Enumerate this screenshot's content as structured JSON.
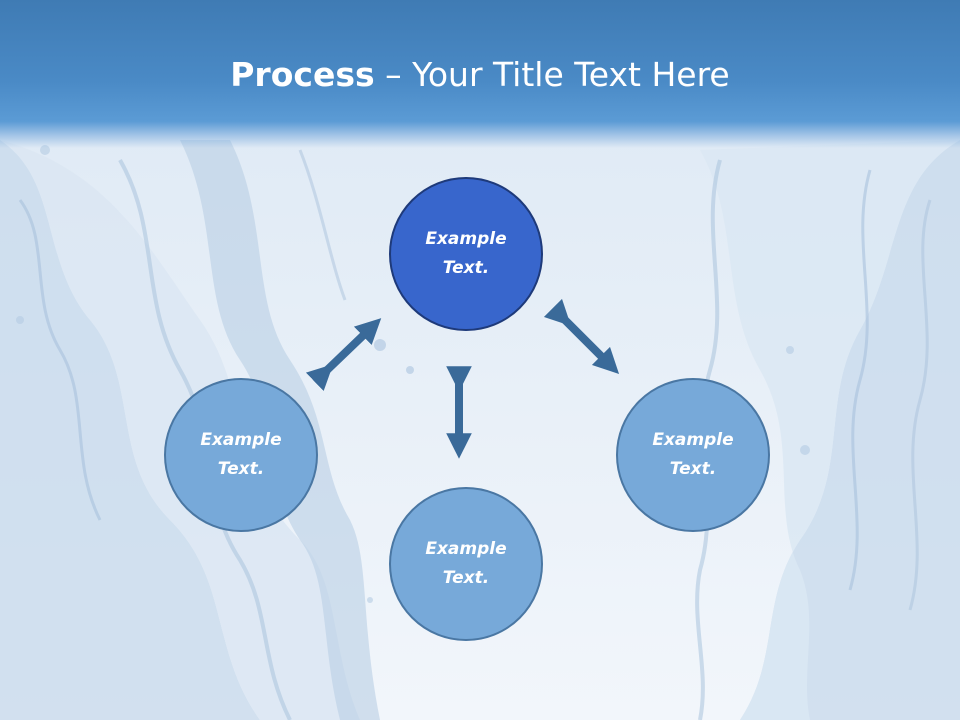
{
  "slide": {
    "title_bold": "Process",
    "title_rest": " – Your Title Text Here"
  },
  "nodes": {
    "top": "Example Text.",
    "left": "Example Text.",
    "bottom": "Example Text.",
    "right": "Example Text."
  },
  "colors": {
    "header": "#4a8ac6",
    "node_light": "#77a9d9",
    "node_dark": "#3866cc",
    "arrow": "#3a6a99"
  }
}
